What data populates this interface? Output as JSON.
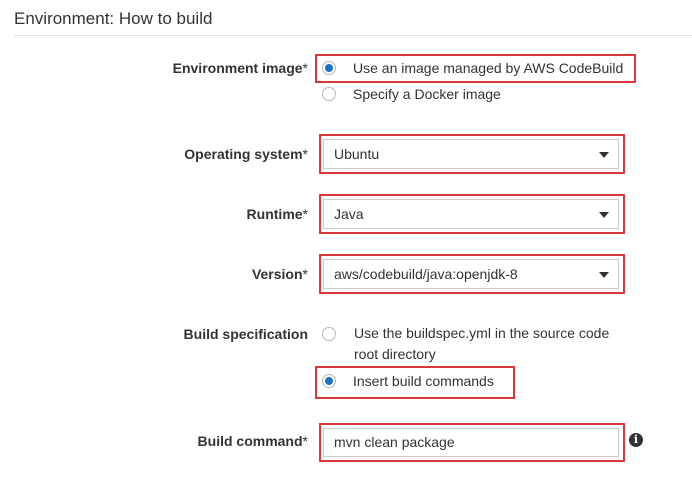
{
  "section": {
    "title": "Environment: How to build"
  },
  "environment_image": {
    "label": "Environment image",
    "required_mark": "*",
    "options": [
      {
        "label": "Use an image managed by AWS CodeBuild",
        "selected": true
      },
      {
        "label": "Specify a Docker image",
        "selected": false
      }
    ]
  },
  "operating_system": {
    "label": "Operating system",
    "required_mark": "*",
    "value": "Ubuntu"
  },
  "runtime": {
    "label": "Runtime",
    "required_mark": "*",
    "value": "Java"
  },
  "version": {
    "label": "Version",
    "required_mark": "*",
    "value": "aws/codebuild/java:openjdk-8"
  },
  "build_spec": {
    "label": "Build specification",
    "options": [
      {
        "label_line1": "Use the buildspec.yml in the source code",
        "label_line2": "root directory",
        "selected": false
      },
      {
        "label": "Insert build commands",
        "selected": true
      }
    ]
  },
  "build_command": {
    "label": "Build command",
    "required_mark": "*",
    "value": "mvn clean package"
  },
  "icons": {
    "info": "info-icon",
    "dropdown": "caret-down-icon"
  },
  "colors": {
    "highlight": "#d9383a",
    "radio_selected": "#1a73c8"
  }
}
